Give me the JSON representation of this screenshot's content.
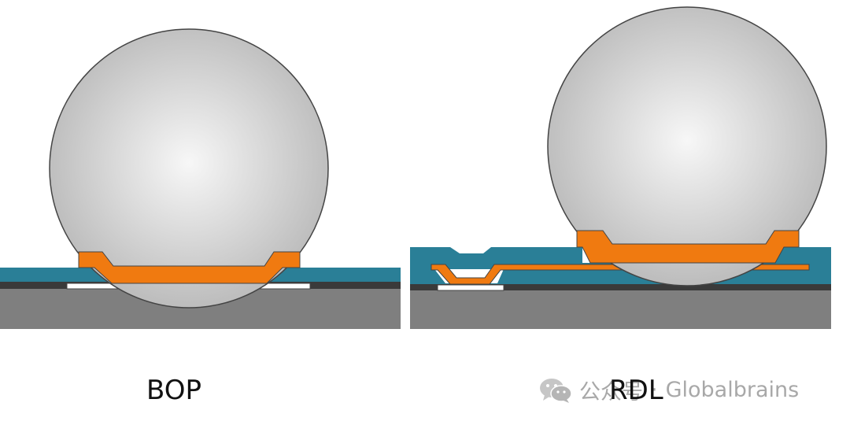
{
  "labels": {
    "left": "BOP",
    "right": "RDL"
  },
  "watermark": {
    "icon": "wechat-icon",
    "cjk": "公众号",
    "separator": "·",
    "brand": "Globalbrains"
  },
  "colors": {
    "substrate": "#7f7f7f",
    "metal_line": "#3a3a3a",
    "pad": "#ffffff",
    "passivation": "#2a7f97",
    "ubm_copper": "#f07a10",
    "solder_ball_light": "#f7f7f7",
    "solder_ball_dark": "#b9b9b9",
    "outline": "#444444"
  }
}
